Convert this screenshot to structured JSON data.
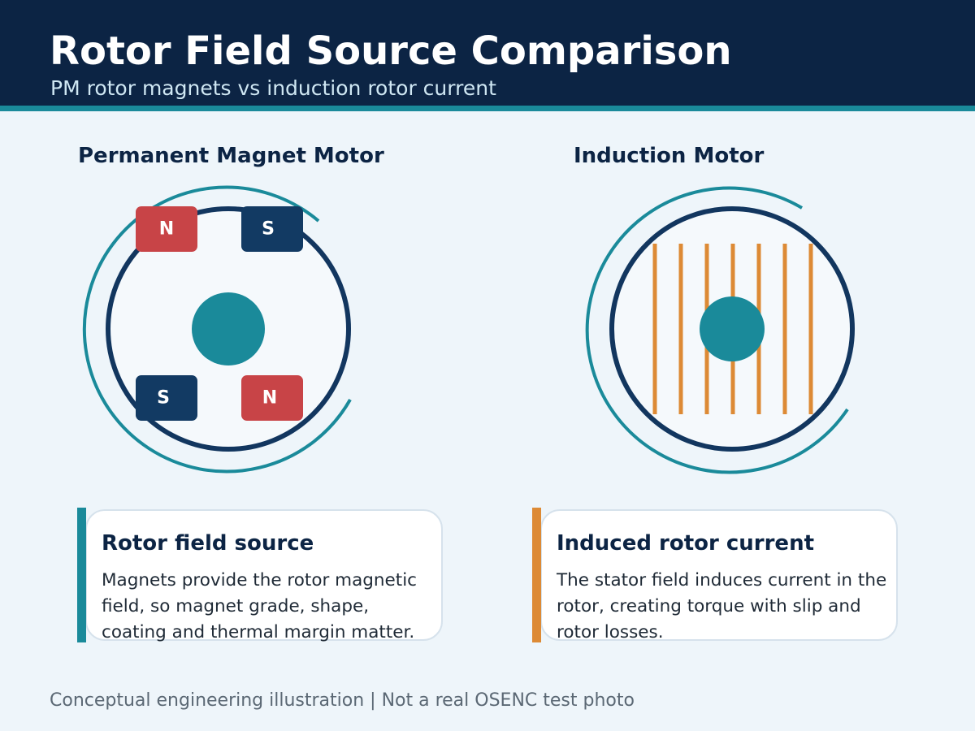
{
  "header": {
    "title": "Rotor Field Source Comparison",
    "subtitle": "PM rotor magnets vs induction rotor current"
  },
  "pm_motor": {
    "title": "Permanent Magnet Motor",
    "magnets": [
      "N",
      "S",
      "S",
      "N"
    ],
    "card": {
      "heading": "Rotor field source",
      "text": "Magnets provide the rotor magnetic field, so magnet grade, shape, coating and thermal margin matter."
    }
  },
  "induction_motor": {
    "title": "Induction Motor",
    "card": {
      "heading": "Induced rotor current",
      "text": "The stator field induces current in the rotor, creating torque with slip and rotor losses."
    }
  },
  "footer": "Conceptual engineering illustration | Not a real OSENC test photo",
  "colors": {
    "navy": "#0c2444",
    "teal": "#1a8a9a",
    "magnet_n": "#c84447",
    "magnet_s": "#123a63",
    "bar": "#dd8a35"
  }
}
